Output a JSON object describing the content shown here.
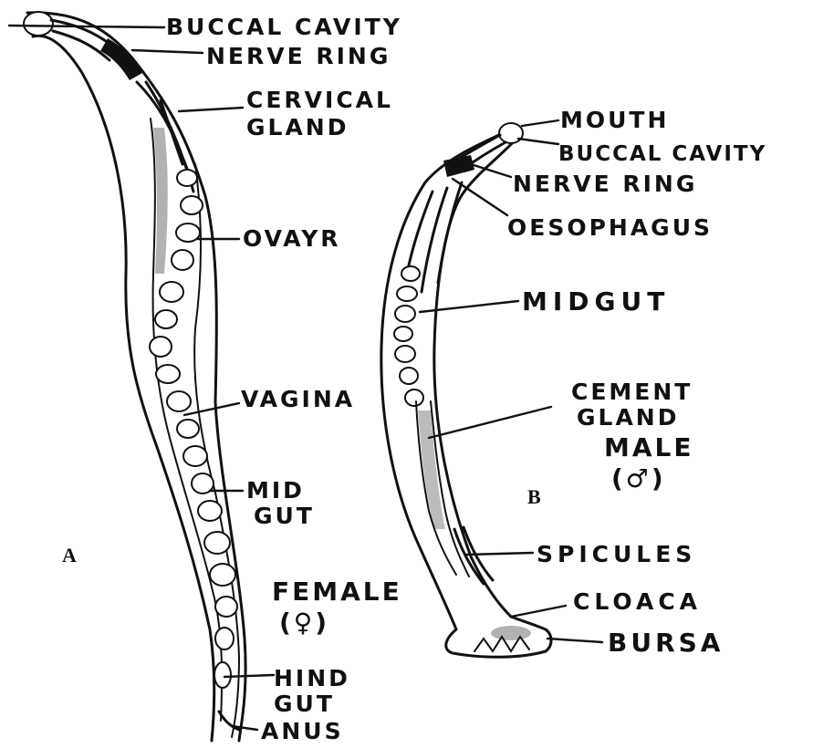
{
  "diagram": {
    "worm_a": {
      "panel_label": "A",
      "sex_label": "FEMALE",
      "sex_symbol": "(♀)",
      "labels": {
        "buccal_cavity": "BUCCAL CAVITY",
        "nerve_ring": "NERVE RING",
        "cervical_gland_1": "CERVICAL",
        "cervical_gland_2": "GLAND",
        "ovary": "OVAYR",
        "vagina": "VAGINA",
        "midgut_1": "MID",
        "midgut_2": "GUT",
        "hindgut_1": "HIND",
        "hindgut_2": "GUT",
        "anus": "ANUS"
      }
    },
    "worm_b": {
      "panel_label": "B",
      "sex_label": "MALE",
      "sex_symbol": "(♂)",
      "labels": {
        "mouth": "MOUTH",
        "buccal_cavity": "BUCCAL CAVITY",
        "nerve_ring": "NERVE RING",
        "oesophagus": "OESOPHAGUS",
        "midgut": "MIDGUT",
        "cement_gland_1": "CEMENT",
        "cement_gland_2": "GLAND",
        "spicules": "SPICULES",
        "cloaca": "CLOACA",
        "bursa": "BURSA"
      }
    }
  }
}
